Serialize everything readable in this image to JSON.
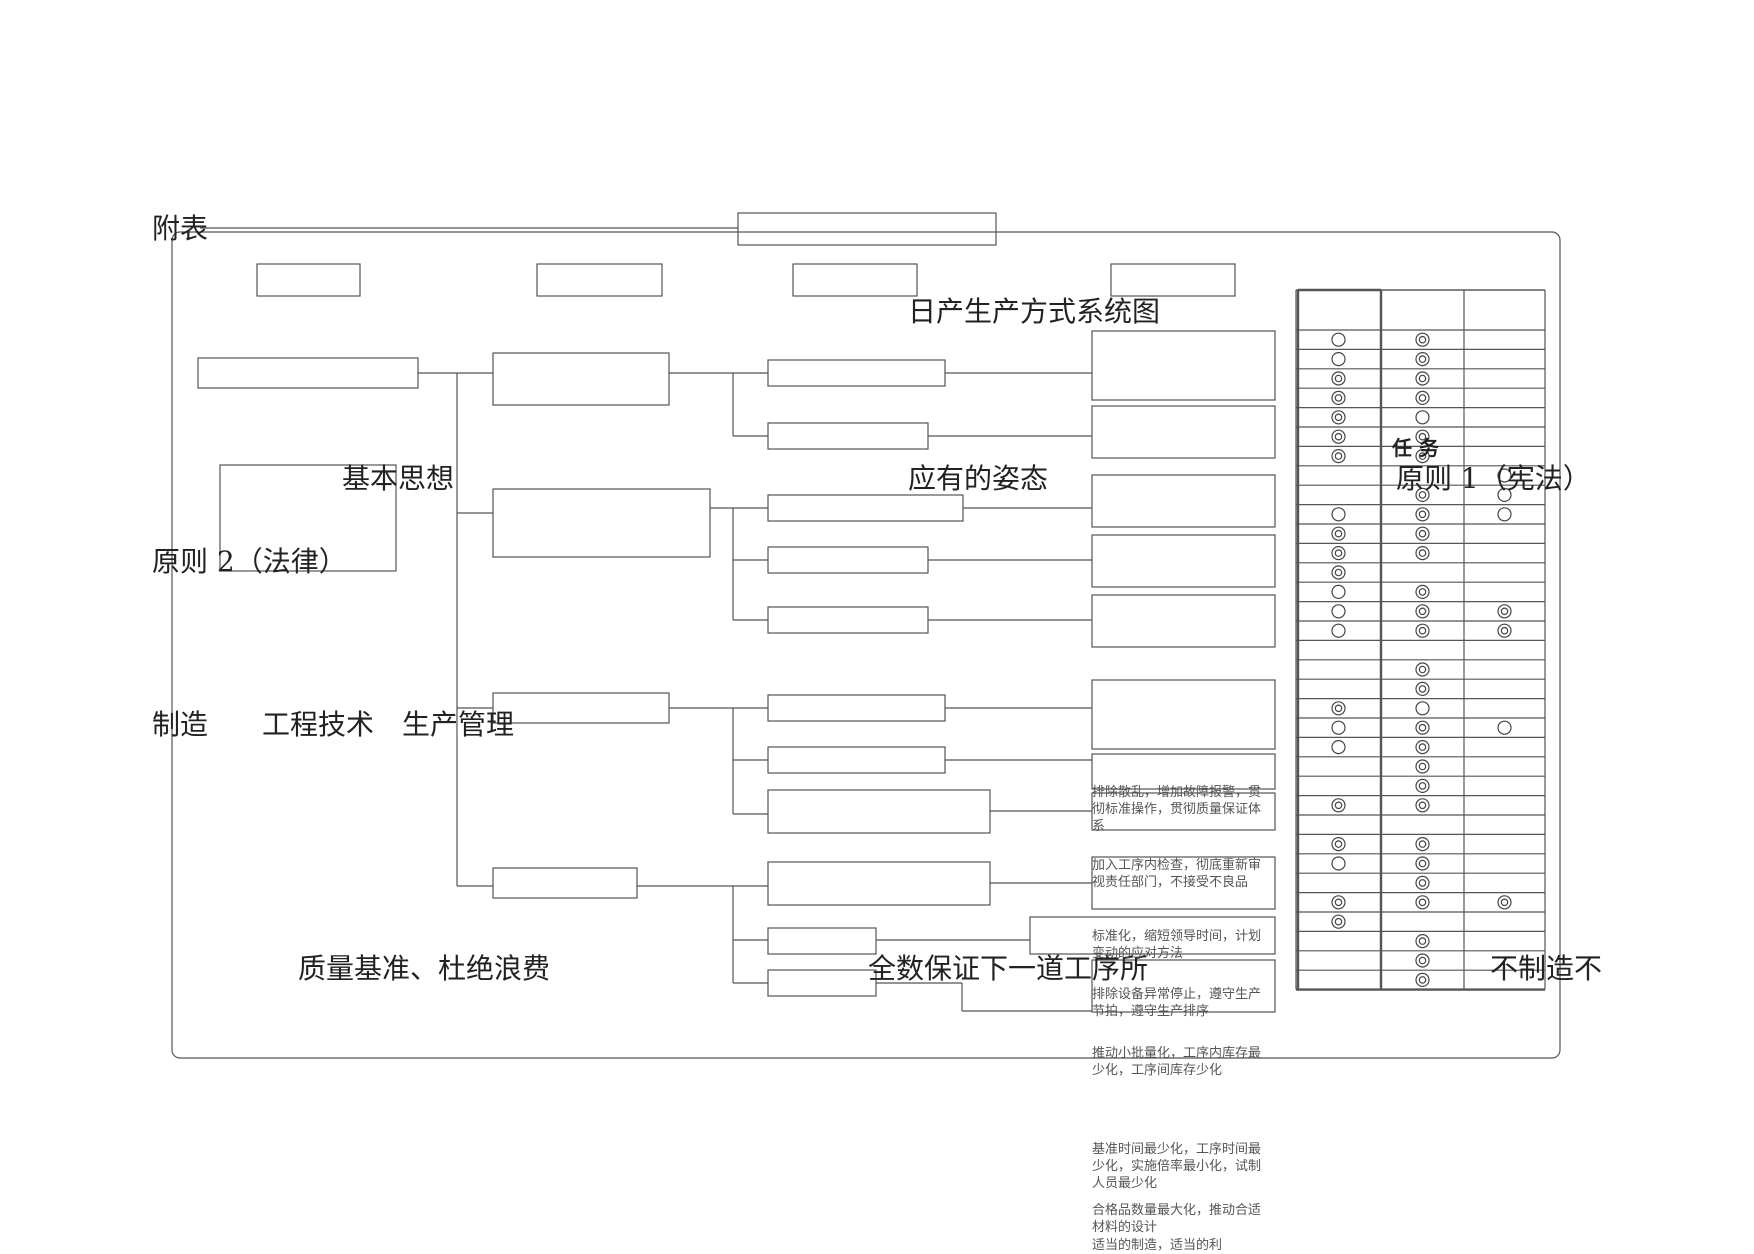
{
  "labels": {
    "appendix": "附表",
    "title": "日产生产方式系统图",
    "basic_thought": "基本思想",
    "ideal_state": "应有的姿态",
    "principle1": "原则 1（宪法）",
    "principle2": "原则 2（法律）",
    "task": "任 务",
    "production": "制造",
    "engineering": "工程技术",
    "prod_mgmt": "生产管理",
    "quality_waste": "质量基准、杜绝浪费",
    "full_guarantee": "全数保证下一道工序所",
    "no_make": "不制造不"
  },
  "tasks": [
    "排除散乱，增加故障报警，贯彻标准操作，贯彻质量保证体系",
    "加入工序内检查，彻底重新审视责任部门，不接受不良品",
    "标准化，缩短领导时间，计划变动的应对方法",
    "排除设备异常停止，遵守生产节拍，遵守生产排序",
    "推动小批量化，工序内库存最少化，工序间库存少化",
    "基准时间最少化，工序时间最少化，实施倍率最小化，试制人员最少化",
    "合格品数量最大化，推动合适材料的设计",
    "适当的制造，适当的利"
  ],
  "matrix": [
    [
      "o",
      "d",
      ""
    ],
    [
      "o",
      "d",
      ""
    ],
    [
      "d",
      "d",
      ""
    ],
    [
      "d",
      "d",
      ""
    ],
    [
      "d",
      "o",
      ""
    ],
    [
      "d",
      "d",
      ""
    ],
    [
      "d",
      "d",
      ""
    ],
    [
      "",
      "",
      "o"
    ],
    [
      "",
      "d",
      "o"
    ],
    [
      "o",
      "d",
      "o"
    ],
    [
      "d",
      "d",
      ""
    ],
    [
      "d",
      "d",
      ""
    ],
    [
      "d",
      "",
      ""
    ],
    [
      "o",
      "d",
      ""
    ],
    [
      "o",
      "d",
      "d"
    ],
    [
      "o",
      "d",
      "d"
    ],
    [
      "",
      "",
      ""
    ],
    [
      "",
      "d",
      ""
    ],
    [
      "",
      "d",
      ""
    ],
    [
      "d",
      "o",
      ""
    ],
    [
      "o",
      "d",
      "o"
    ],
    [
      "o",
      "d",
      ""
    ],
    [
      "",
      "d",
      ""
    ],
    [
      "",
      "d",
      ""
    ],
    [
      "d",
      "d",
      ""
    ],
    [
      "",
      "",
      ""
    ],
    [
      "d",
      "d",
      ""
    ],
    [
      "o",
      "d",
      ""
    ],
    [
      "",
      "d",
      ""
    ],
    [
      "d",
      "d",
      "d"
    ],
    [
      "d",
      "",
      ""
    ],
    [
      "",
      "d",
      ""
    ],
    [
      "",
      "d",
      ""
    ],
    [
      "",
      "d",
      ""
    ]
  ]
}
